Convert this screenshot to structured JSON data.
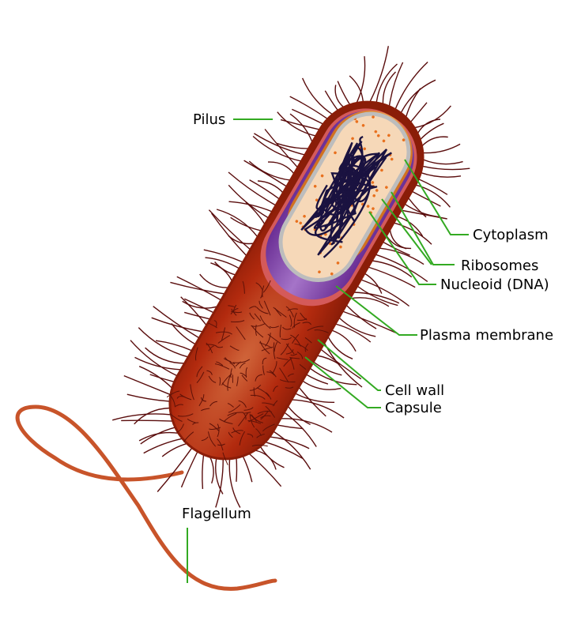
{
  "labels": {
    "pilus": "Pilus",
    "cytoplasm": "Cytoplasm",
    "ribosomes": "Ribosomes",
    "nucleoid": "Nucleoid (DNA)",
    "plasma_membrane": "Plasma membrane",
    "cell_wall": "Cell wall",
    "capsule": "Capsule",
    "flagellum": "Flagellum"
  },
  "colors": {
    "capsule": "#b22a0e",
    "capsule_dark": "#8a1d08",
    "cell_wall": "#d45a5a",
    "plasma_membrane": "#7d3fa6",
    "cytoplasm": "#e08a30",
    "inner_space": "#f6d8b8",
    "dna": "#1a1240",
    "ribosome": "#e8701e",
    "pili": "#5a0d0d",
    "leader": "#33aa22",
    "flagellum": "#c8542a"
  }
}
